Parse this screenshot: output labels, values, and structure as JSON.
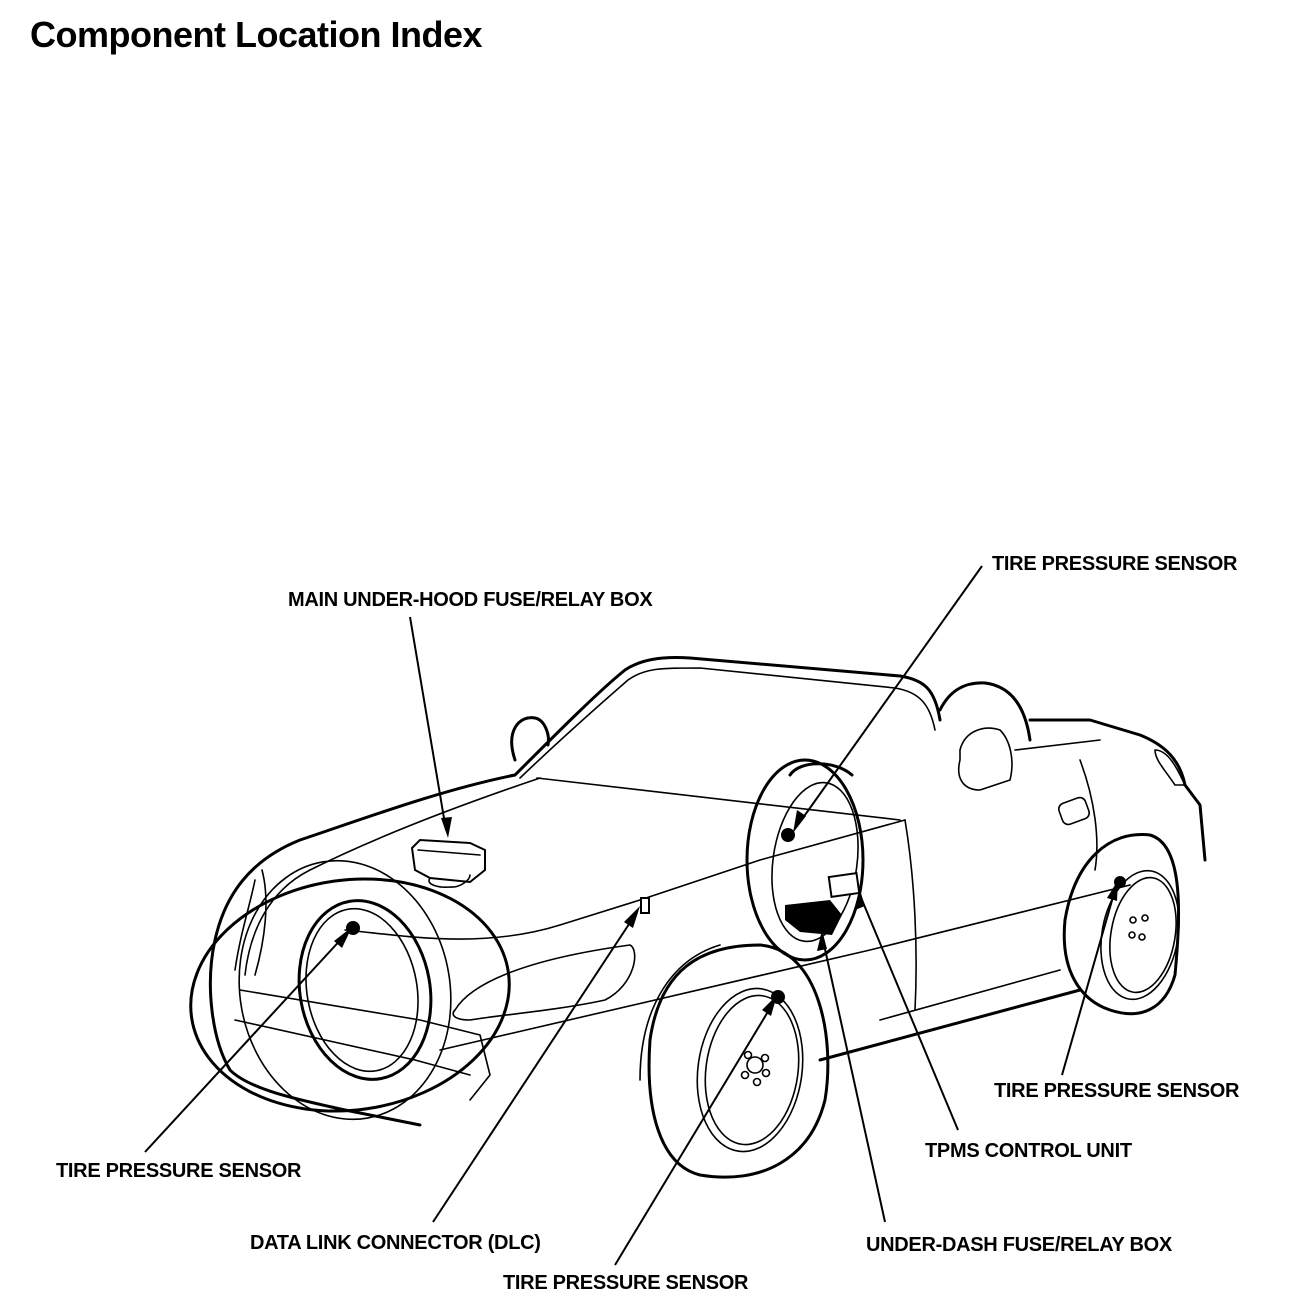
{
  "page": {
    "title": "Component Location Index"
  },
  "diagram": {
    "subject": "vehicle-outline-convertible",
    "callouts": [
      {
        "id": "main-fuse-box",
        "label": "MAIN UNDER-HOOD FUSE/RELAY BOX"
      },
      {
        "id": "tps-right-front",
        "label": "TIRE PRESSURE SENSOR"
      },
      {
        "id": "tps-left-front",
        "label": "TIRE PRESSURE SENSOR"
      },
      {
        "id": "dlc",
        "label": "DATA LINK CONNECTOR (DLC)"
      },
      {
        "id": "tps-front-bottom",
        "label": "TIRE PRESSURE SENSOR"
      },
      {
        "id": "underdash-fuse-box",
        "label": "UNDER-DASH FUSE/RELAY BOX"
      },
      {
        "id": "tpms-control-unit",
        "label": "TPMS CONTROL UNIT"
      },
      {
        "id": "tps-rear",
        "label": "TIRE PRESSURE SENSOR"
      }
    ]
  }
}
